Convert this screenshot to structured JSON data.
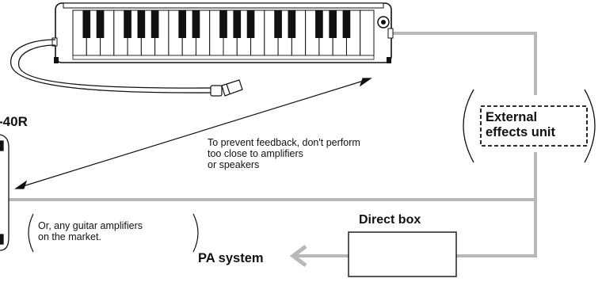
{
  "diagram": {
    "amp_label": "-40R",
    "feedback_note": "To prevent feedback, don't perform\ntoo close to amplifiers\nor speakers",
    "external_effects_label": "External\neffects unit",
    "amp_note": "Or, any guitar amplifiers\non the market.",
    "direct_box_label": "Direct box",
    "pa_system_label": "PA system",
    "colors": {
      "cable": "#b8b8b8",
      "outline": "#111111",
      "background": "#ffffff"
    }
  }
}
